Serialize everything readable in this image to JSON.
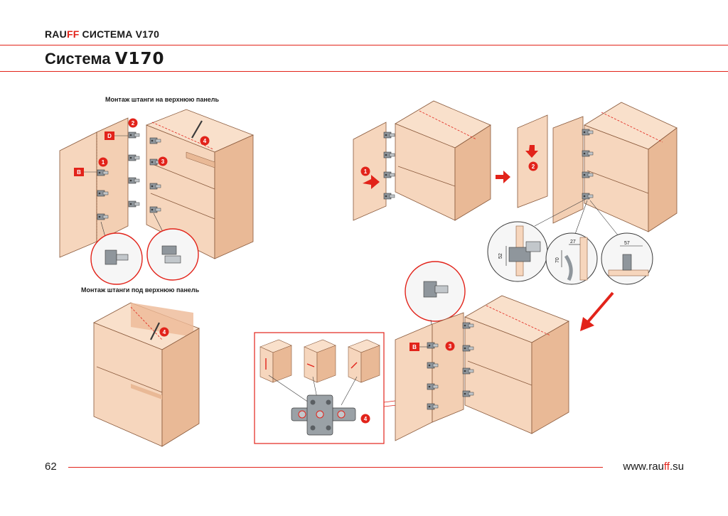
{
  "header": {
    "brand_prefix": "RAU",
    "brand_ff": "FF",
    "brand_suffix": " СИСТЕМА V170",
    "title_word": "Система ",
    "title_model": "V170"
  },
  "captions": {
    "top_mount": "Монтаж штанги на верхнюю панель",
    "bottom_mount": "Монтаж штанги под верхнюю панель"
  },
  "labels": {
    "one": "1",
    "two": "2",
    "three": "3",
    "four": "4",
    "letter_b": "B",
    "letter_d": "D"
  },
  "dimensions": {
    "d52": "52",
    "d70": "70",
    "d27": "27",
    "d57": "57"
  },
  "footer": {
    "page_number": "62",
    "site_prefix": "www.rau",
    "site_ff": "ff",
    "site_suffix": ".su"
  },
  "colors": {
    "accent": "#e2231a",
    "panel": "#f6d6bd",
    "panel_dark": "#e9b996",
    "edge": "#8a5a3c"
  }
}
